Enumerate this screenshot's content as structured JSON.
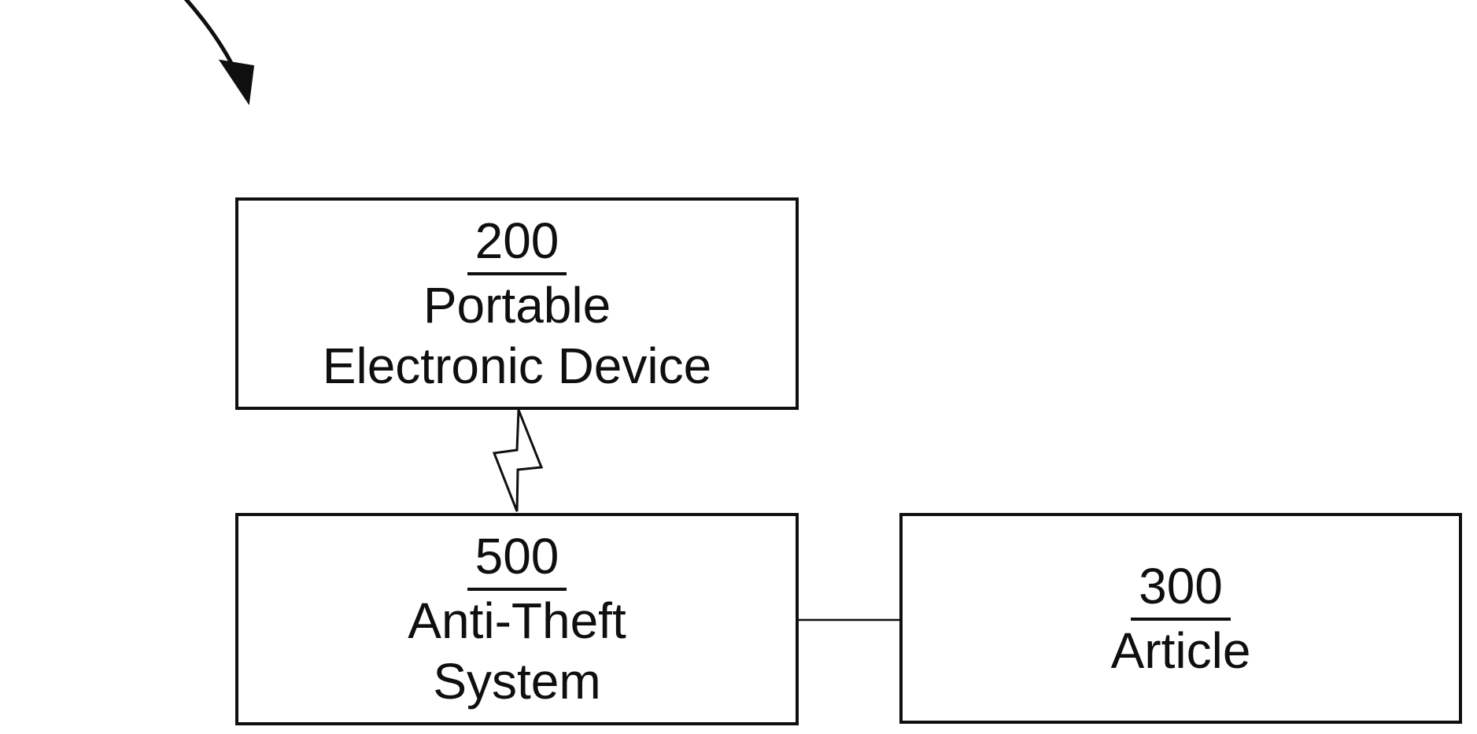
{
  "figure": {
    "background_color": "#ffffff",
    "ink_color": "#0f0f0f",
    "pointer": {
      "icon": "curved-arrow-icon",
      "direction": "down-right"
    },
    "boxes": [
      {
        "ref": "200",
        "lines": [
          "Portable",
          "Electronic Device"
        ]
      },
      {
        "ref": "500",
        "lines": [
          "Anti-Theft",
          "System"
        ]
      },
      {
        "ref": "300",
        "lines": [
          "Article"
        ]
      }
    ],
    "connections": [
      {
        "between": [
          "200",
          "500"
        ],
        "icon": "lightning-bolt-icon"
      },
      {
        "between": [
          "500",
          "300"
        ],
        "icon": "solid-line"
      }
    ]
  }
}
